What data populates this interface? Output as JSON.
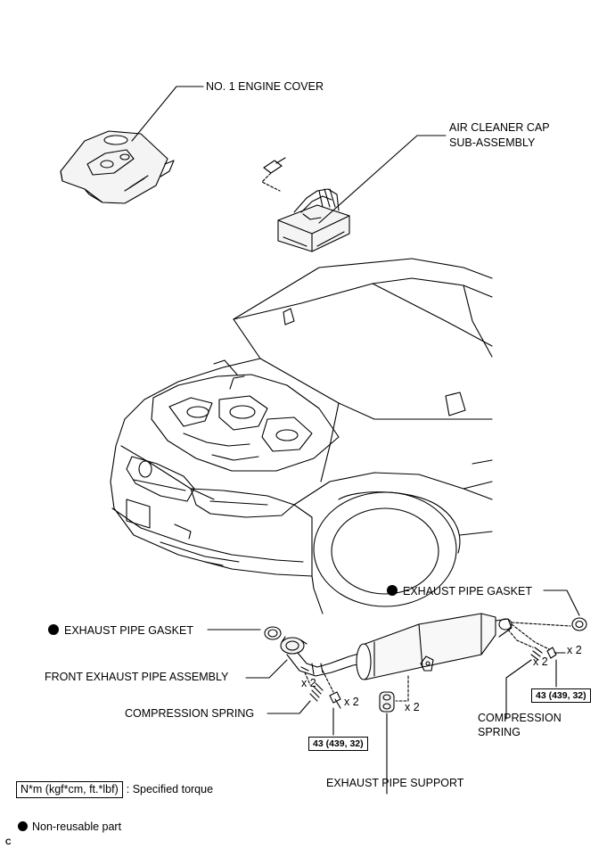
{
  "labels": {
    "engine_cover": "NO. 1 ENGINE COVER",
    "air_cleaner_line1": "AIR CLEANER CAP",
    "air_cleaner_line2": "SUB-ASSEMBLY",
    "gasket_rear": "EXHAUST PIPE GASKET",
    "gasket_front": "EXHAUST PIPE GASKET",
    "front_pipe": "FRONT EXHAUST PIPE ASSEMBLY",
    "spring_front": "COMPRESSION SPRING",
    "spring_rear_line1": "COMPRESSION",
    "spring_rear_line2": "SPRING",
    "support": "EXHAUST PIPE SUPPORT",
    "qty_front_spring": "x 2",
    "qty_front_bolt": "x 2",
    "qty_rear_spring": "x 2",
    "qty_rear_bolt": "x 2",
    "qty_support": "x 2"
  },
  "torques": {
    "front": "43 (439, 32)",
    "rear": "43 (439, 32)"
  },
  "legend": {
    "torque_unit": "N*m (kgf*cm, ft.*lbf)",
    "torque_desc": ": Specified torque",
    "nonreusable": "Non-reusable part"
  },
  "corner_mark": "C"
}
